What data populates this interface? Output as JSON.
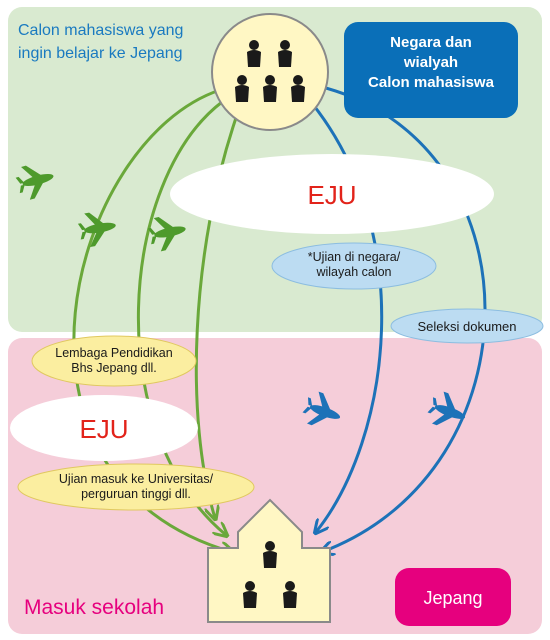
{
  "texts": {
    "origin_label_line1": "Calon mahasiswa yang",
    "origin_label_line2": "ingin belajar ke Jepang",
    "origin_box_line1": "Negara dan",
    "origin_box_line2": "wialyah",
    "origin_box_line3": "Calon mahasiswa",
    "eju_top": "EJU",
    "exam_abroad_line1": "*Ujian di negara/",
    "exam_abroad_line2": "wilayah calon",
    "document_selection": "Seleksi dokumen",
    "language_school_line1": "Lembaga Pendidikan",
    "language_school_line2": "Bhs Jepang dll.",
    "eju_bottom": "EJU",
    "entrance_exam_line1": "Ujian masuk ke Universitas/",
    "entrance_exam_line2": "perguruan tinggi dll.",
    "enroll_label": "Masuk sekolah",
    "japan_box": "Jepang"
  },
  "colors": {
    "origin_region": "#d9ead0",
    "japan_region": "#f5cdd9",
    "path_green": "#6aa83a",
    "path_blue": "#1d72b8",
    "origin_box": "#0a6fb8",
    "japan_box": "#e6007e",
    "ellipse_yellow": "#fbeea0",
    "ellipse_blue": "#bcdcf2",
    "person_circle": "#fff7c4"
  },
  "icons": [
    "people-group-icon",
    "airplane-icon",
    "graduates-icon",
    "school-building-icon"
  ]
}
